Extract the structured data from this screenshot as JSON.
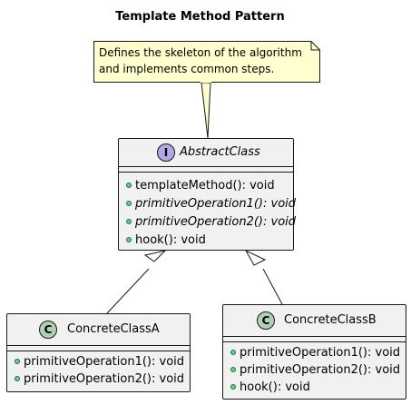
{
  "title": "Template Method Pattern",
  "note": {
    "lines": [
      "Defines the skeleton of the algorithm",
      "and implements common steps."
    ]
  },
  "abstract_class": {
    "stereotype_letter": "I",
    "name": "AbstractClass",
    "members": [
      {
        "text": "templateMethod(): void",
        "abstract": false
      },
      {
        "text": "primitiveOperation1(): void",
        "abstract": true
      },
      {
        "text": "primitiveOperation2(): void",
        "abstract": true
      },
      {
        "text": "hook(): void",
        "abstract": false
      }
    ]
  },
  "concrete_a": {
    "stereotype_letter": "C",
    "name": "ConcreteClassA",
    "members": [
      {
        "text": "primitiveOperation1(): void"
      },
      {
        "text": "primitiveOperation2(): void"
      }
    ]
  },
  "concrete_b": {
    "stereotype_letter": "C",
    "name": "ConcreteClassB",
    "members": [
      {
        "text": "primitiveOperation1(): void"
      },
      {
        "text": "primitiveOperation2(): void"
      },
      {
        "text": "hook(): void"
      }
    ]
  },
  "colors": {
    "note_fill": "#fefece",
    "class_fill": "#f1f1f1",
    "interface_badge": "#b4a7e5",
    "class_badge": "#add1b2",
    "public_dot": "#84be84"
  }
}
